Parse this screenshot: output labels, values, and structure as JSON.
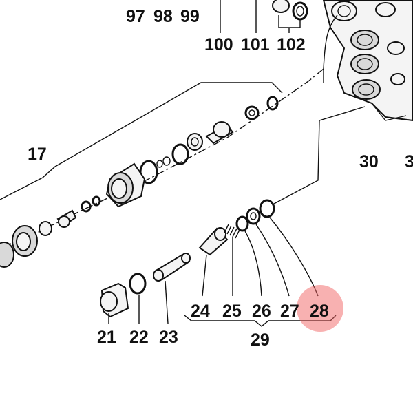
{
  "diagram": {
    "labels": {
      "n97": "97",
      "n98": "98",
      "n99": "99",
      "n100": "100",
      "n101": "101",
      "n102": "102",
      "n17": "17",
      "n30": "30",
      "n3": "3",
      "n21": "21",
      "n22": "22",
      "n23": "23",
      "n24": "24",
      "n25": "25",
      "n26": "26",
      "n27": "27",
      "n28": "28",
      "n29": "29"
    },
    "highlight": {
      "target": "28",
      "color": "#f26363"
    },
    "colors": {
      "line": "#111111",
      "part_fill": "#f4f4f4"
    }
  }
}
